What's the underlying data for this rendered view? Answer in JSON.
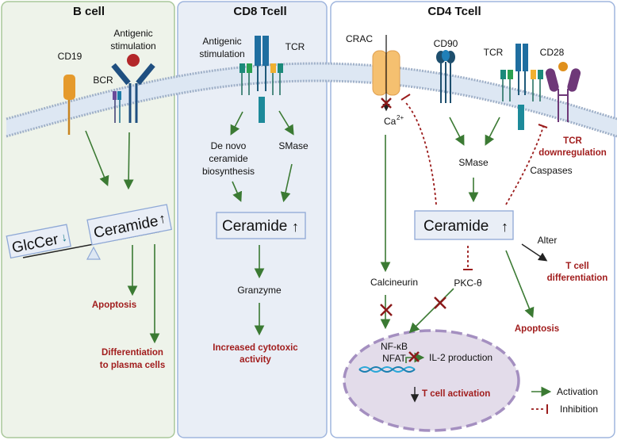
{
  "panels": {
    "b_cell": {
      "title": "B cell",
      "cd19": "CD19",
      "antigenic_1": "Antigenic",
      "antigenic_2": "stimulation",
      "bcr": "BCR",
      "glccer": "GlcCer",
      "ceramide": "Ceramide",
      "apoptosis": "Apoptosis",
      "diff_1": "Differentiation",
      "diff_2": "to plasma cells"
    },
    "cd8": {
      "title": "CD8 Tcell",
      "antigenic_1": "Antigenic",
      "antigenic_2": "stimulation",
      "tcr": "TCR",
      "denovo_1": "De novo",
      "denovo_2": "ceramide",
      "denovo_3": "biosynthesis",
      "smase": "SMase",
      "ceramide": "Ceramide",
      "granzyme": "Granzyme",
      "cyto_1": "Increased cytotoxic",
      "cyto_2": "activity"
    },
    "cd4": {
      "title": "CD4 Tcell",
      "crac": "CRAC",
      "cd90": "CD90",
      "tcr": "TCR",
      "cd28": "CD28",
      "ca": "Ca",
      "ca_sup": "2+",
      "smase": "SMase",
      "caspases": "Caspases",
      "tcr_down_1": "TCR",
      "tcr_down_2": "downregulation",
      "ceramide": "Ceramide",
      "alter": "Alter",
      "tdiff_1": "T cell",
      "tdiff_2": "differentiation",
      "calcineurin": "Calcineurin",
      "pkc": "PKC-θ",
      "apoptosis": "Apoptosis",
      "nfkb": "NF-κB",
      "nfat": "NFAT",
      "il2": "IL-2 production",
      "tact": "T cell activation"
    }
  },
  "legend": {
    "activation": "Activation",
    "inhibition": "Inhibition"
  },
  "colors": {
    "activation": "#3b7a33",
    "inhibition": "#9b1c1c",
    "b_panel": "#eef3ea",
    "cd8_panel": "#e9eef6",
    "outcome_text": "#a11d1d"
  }
}
